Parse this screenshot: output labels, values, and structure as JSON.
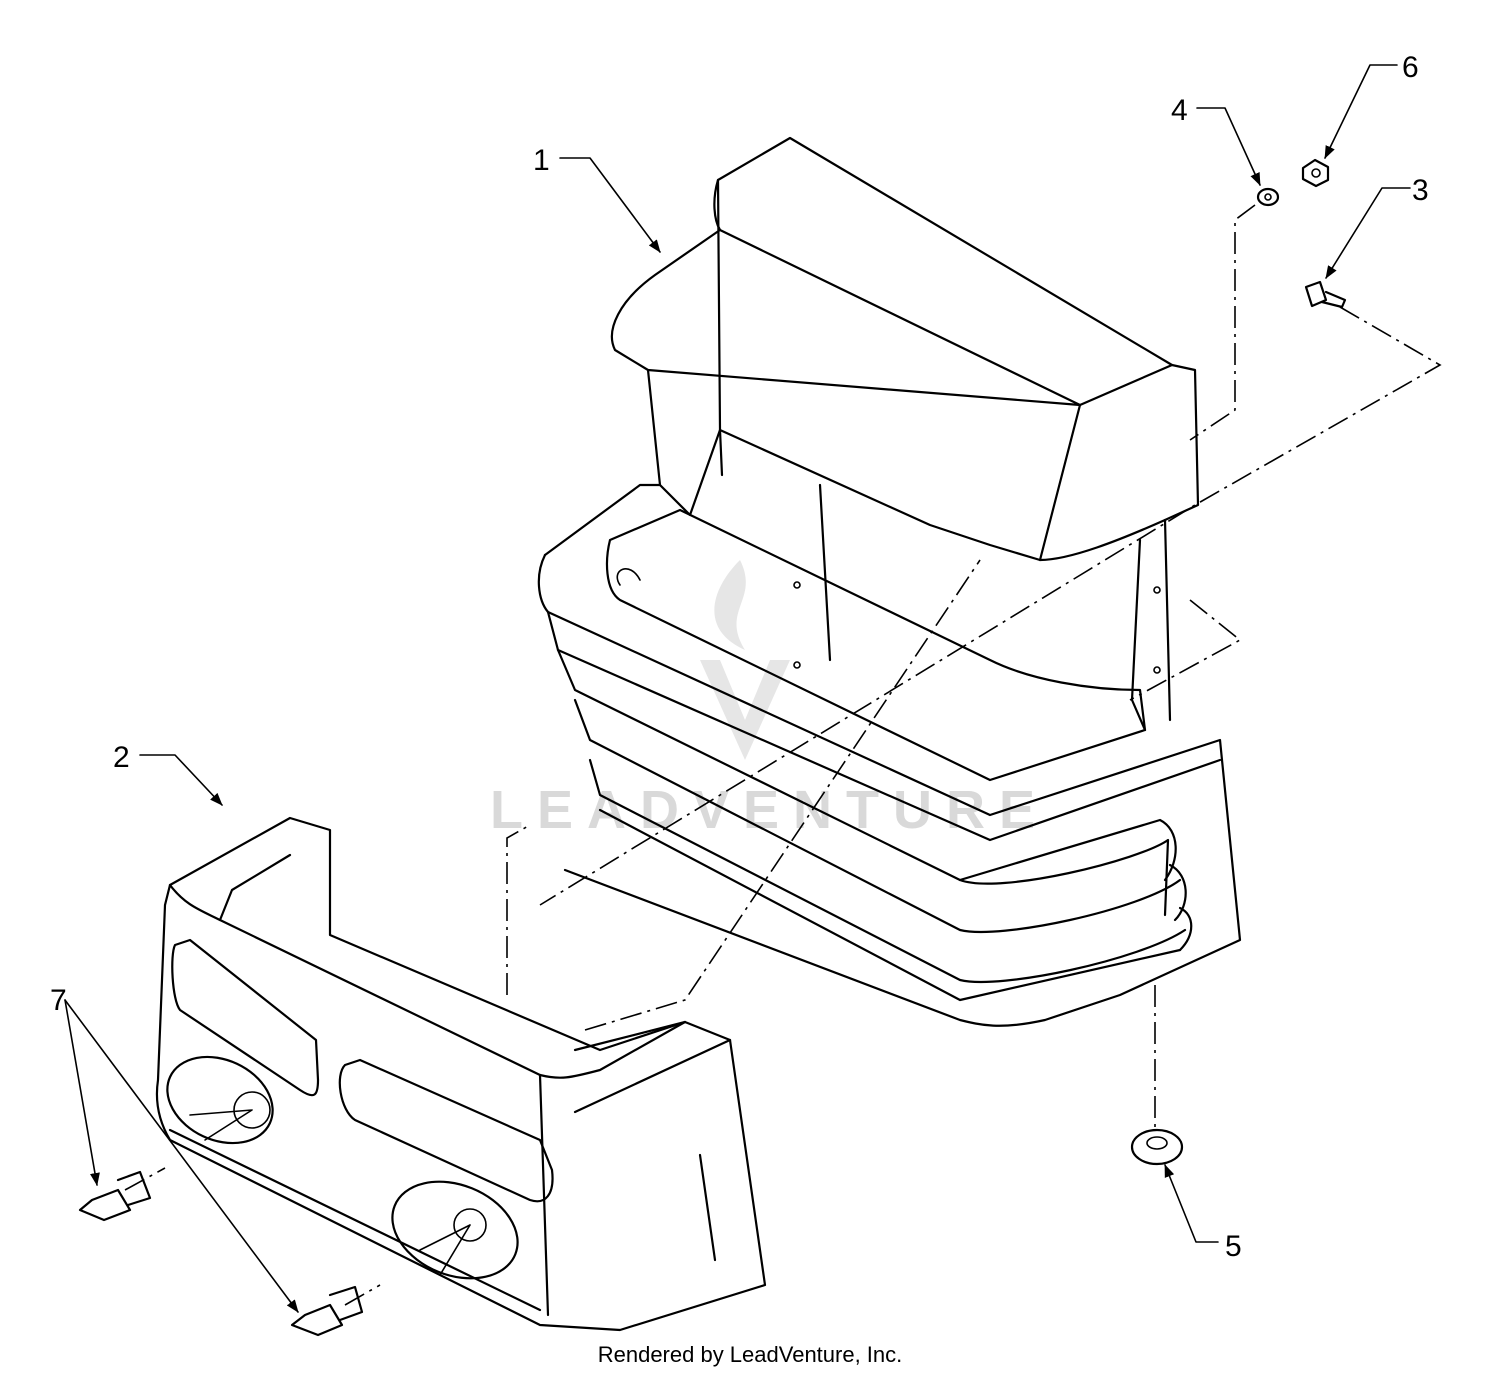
{
  "callouts": [
    "1",
    "2",
    "3",
    "4",
    "5",
    "6",
    "7"
  ],
  "watermark": "LEADVENTURE",
  "footer": "Rendered by LeadVenture, Inc."
}
